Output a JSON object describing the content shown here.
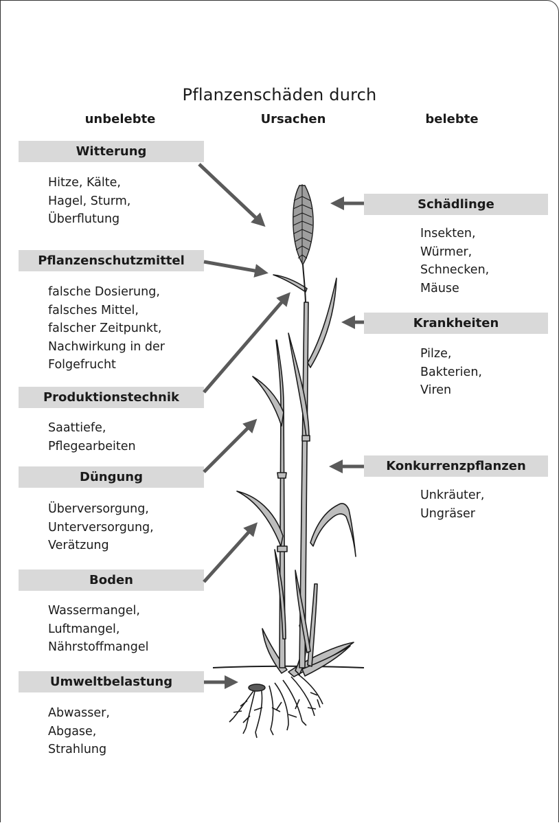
{
  "title": "Pflanzenschäden durch",
  "columns": {
    "left": "unbelebte",
    "center": "Ursachen",
    "right": "belebte"
  },
  "left_causes": [
    {
      "label": "Witterung",
      "items": [
        "Hitze, Kälte,",
        "Hagel, Sturm,",
        "Überflutung"
      ]
    },
    {
      "label": "Pflanzenschutzmittel",
      "items": [
        "falsche Dosierung,",
        "falsches Mittel,",
        "falscher Zeitpunkt,",
        "Nachwirkung in der",
        "Folgefrucht"
      ]
    },
    {
      "label": "Produktionstechnik",
      "items": [
        "Saattiefe,",
        "Pflegearbeiten"
      ]
    },
    {
      "label": "Düngung",
      "items": [
        "Überversorgung,",
        "Unterversorgung,",
        "Verätzung"
      ]
    },
    {
      "label": "Boden",
      "items": [
        "Wassermangel,",
        "Luftmangel,",
        "Nährstoffmangel"
      ]
    },
    {
      "label": "Umweltbelastung",
      "items": [
        "Abwasser,",
        "Abgase,",
        "Strahlung"
      ]
    }
  ],
  "right_causes": [
    {
      "label": "Schädlinge",
      "items": [
        "Insekten,",
        "Würmer,",
        "Schnecken,",
        "Mäuse"
      ]
    },
    {
      "label": "Krankheiten",
      "items": [
        "Pilze,",
        "Bakterien,",
        "Viren"
      ]
    },
    {
      "label": "Konkurrenzpflanzen",
      "items": [
        "Unkräuter,",
        "Ungräser"
      ]
    }
  ],
  "colors": {
    "tag_bg": "#d9d9d9",
    "arrow": "#5a5a5a",
    "plant_fill": "#bdbdbd",
    "plant_stroke": "#1a1a1a"
  },
  "icons": [
    "wheat-plant-illustration",
    "arrow"
  ]
}
